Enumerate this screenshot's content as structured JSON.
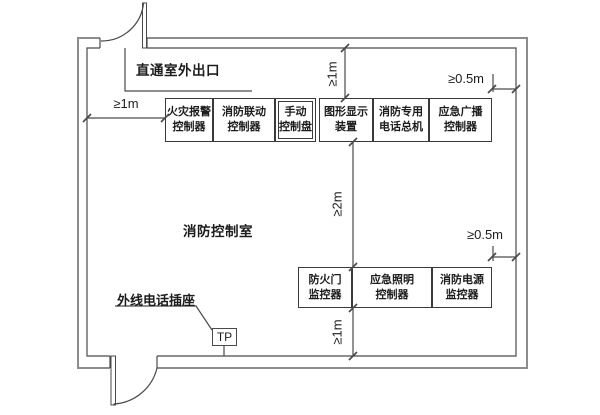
{
  "room": {
    "label": "消防控制室"
  },
  "exit": {
    "label": "直通室外出口"
  },
  "phone_socket": {
    "label": "外线电话插座",
    "tag": "TP"
  },
  "equipment": {
    "top_row": [
      {
        "line1": "火灾报警",
        "line2": "控制器"
      },
      {
        "line1": "消防联动",
        "line2": "控制器"
      },
      {
        "line1": "手动",
        "line2": "控制盘"
      },
      {
        "line1": "图形显示",
        "line2": "装置"
      },
      {
        "line1": "消防专用",
        "line2": "电话总机"
      },
      {
        "line1": "应急广播",
        "line2": "控制器"
      }
    ],
    "bottom_row": [
      {
        "line1": "防火门",
        "line2": "监控器"
      },
      {
        "line1": "应急照明",
        "line2": "控制器"
      },
      {
        "line1": "消防电源",
        "line2": "监控器"
      }
    ]
  },
  "dimensions": {
    "left_clearance": "≥1m",
    "top_clearance": "≥1m",
    "middle_clearance": "≥2m",
    "bottom_clearance": "≥1m",
    "top_right_clearance": "≥0.5m",
    "bottom_right_clearance": "≥0.5m"
  },
  "colors": {
    "line": "#4a4a4a",
    "outer_wall": "#8c8c8c",
    "box_border": "#3a3a3a",
    "text": "#1c1c1c",
    "background": "#ffffff"
  }
}
